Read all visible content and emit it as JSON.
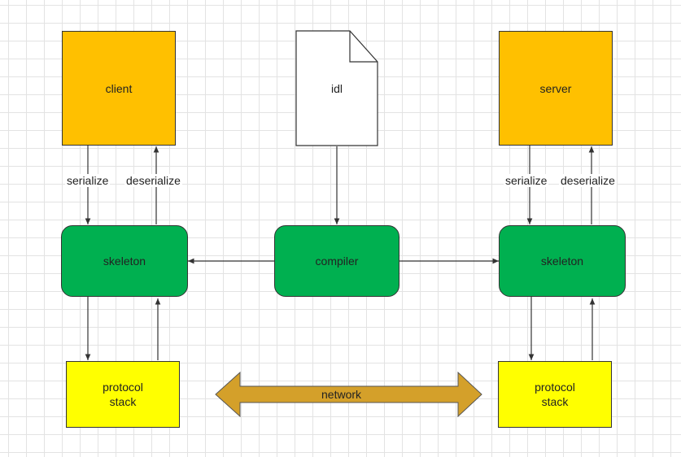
{
  "nodes": {
    "client": "client",
    "server": "server",
    "idl": "idl",
    "compiler": "compiler",
    "skeleton_left": "skeleton",
    "skeleton_right": "skeleton",
    "protocol_left": "protocol\nstack",
    "protocol_right": "protocol\nstack"
  },
  "edges": {
    "serialize_left": "serialize",
    "deserialize_left": "deserialize",
    "serialize_right": "serialize",
    "deserialize_right": "deserialize",
    "network": "network"
  },
  "colors": {
    "app_box": "#ffc000",
    "skeleton_box": "#00b050",
    "protocol_box": "#ffff00",
    "network_arrow": "#d4a02a",
    "idl_document": "#ffffff"
  }
}
